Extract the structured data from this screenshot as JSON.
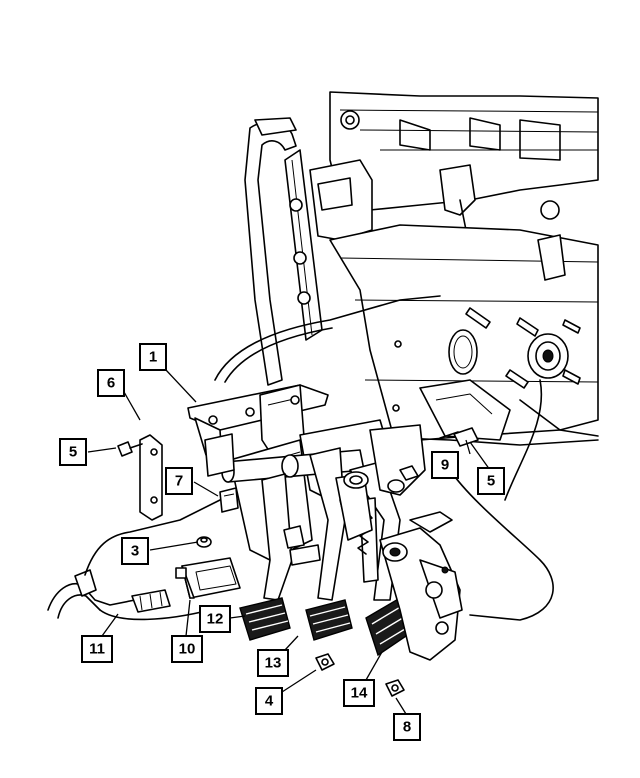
{
  "diagram": {
    "callouts": [
      {
        "id": "c1",
        "label": "1"
      },
      {
        "id": "c6",
        "label": "6"
      },
      {
        "id": "c5a",
        "label": "5"
      },
      {
        "id": "c7",
        "label": "7"
      },
      {
        "id": "c3",
        "label": "3"
      },
      {
        "id": "c9",
        "label": "9"
      },
      {
        "id": "c5b",
        "label": "5"
      },
      {
        "id": "c12",
        "label": "12"
      },
      {
        "id": "c10",
        "label": "10"
      },
      {
        "id": "c11",
        "label": "11"
      },
      {
        "id": "c13",
        "label": "13"
      },
      {
        "id": "c4",
        "label": "4"
      },
      {
        "id": "c14",
        "label": "14"
      },
      {
        "id": "c8",
        "label": "8"
      }
    ]
  }
}
